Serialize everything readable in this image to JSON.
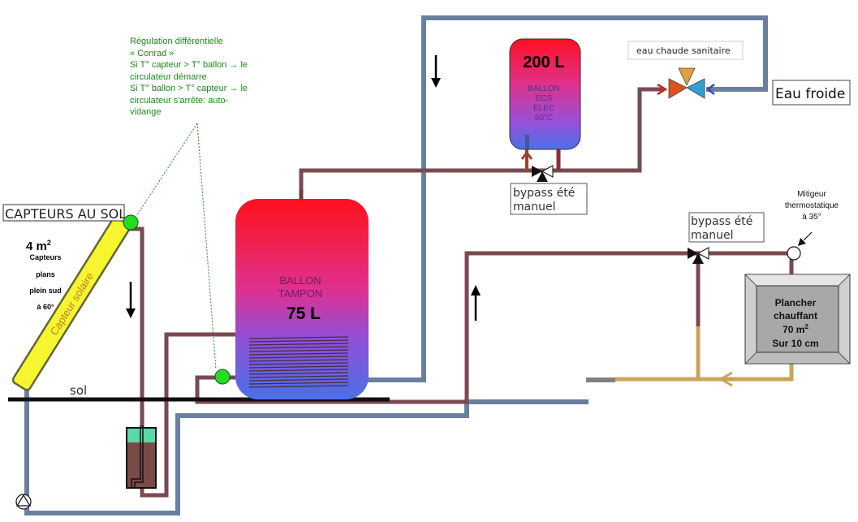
{
  "regulation_note": {
    "lines": [
      "Régulation différentielle",
      "« Conrad »",
      "Si T° capteur > T° ballon → le",
      "circulateur démarre",
      "Si T° ballon > T° capteur → le",
      "circulateur s'arrête: auto-",
      "vidange"
    ],
    "color": "#1a8a1a"
  },
  "collector": {
    "box_label": "CAPTEURS AU SOL",
    "area_value": "4 m",
    "area_exp": "2",
    "desc_lines": [
      "Capteurs",
      "plans",
      "plein sud",
      "à 60°"
    ],
    "panel_label": "Capteur solaire",
    "color": "#f5f530"
  },
  "ground": {
    "label": "sol"
  },
  "buffer_tank": {
    "line1": "BALLON",
    "line2": "TAMPON",
    "volume": "75 L"
  },
  "dhw_tank": {
    "volume": "200 L",
    "lines": [
      "BALLON",
      "ECS",
      "ELEC",
      "60°C"
    ]
  },
  "bypass_dhw": {
    "line1": "bypass été",
    "line2": "manuel"
  },
  "bypass_floor": {
    "line1": "bypass été",
    "line2": "manuel"
  },
  "dhw_label": "eau chaude sanitaire",
  "cold_water_label": "Eau froide",
  "mixer": {
    "lines": [
      "Mitigeur",
      "thermostatique",
      "à 35°"
    ]
  },
  "floor_heating": {
    "line1": "Plancher",
    "line2": "chauffant",
    "line3_value": "70 m",
    "line3_exp": "2",
    "line4": "Sur 10 cm"
  },
  "colors": {
    "hot_pipe": "#7a4a50",
    "hot_pipe_red": "#8a3030",
    "cold_pipe": "#6a7fa0",
    "return_pipe": "#c9a55a",
    "sensor": "#22dd22"
  }
}
